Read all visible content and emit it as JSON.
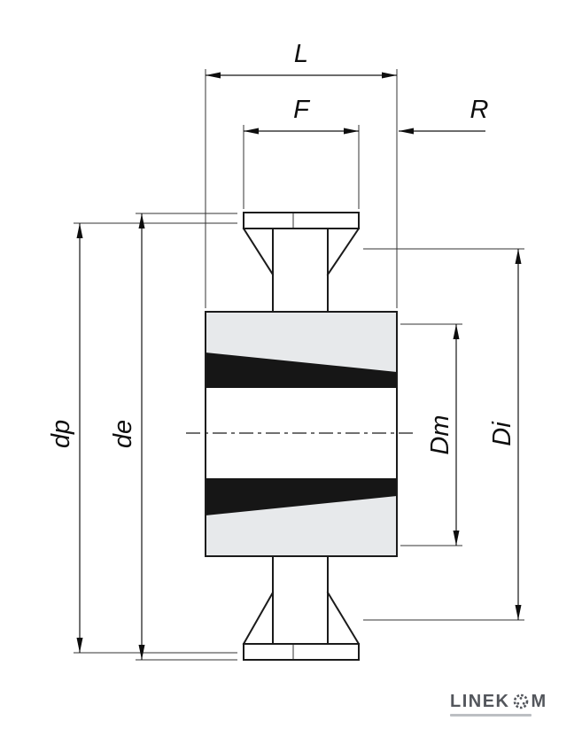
{
  "dimensions": {
    "top": {
      "L": "L",
      "F": "F",
      "R": "R"
    },
    "left": {
      "dp": "dp",
      "de": "de"
    },
    "right": {
      "Dm": "Dm",
      "Di": "Di"
    }
  },
  "logo": {
    "text_before_icon": "LINEK",
    "text_after_icon": "M",
    "icon": "gear-o-icon"
  },
  "colors": {
    "body_fill": "#e7e9eb",
    "taper_fill": "#161616",
    "line": "#1b1b1b",
    "logo_text": "#53565c"
  }
}
